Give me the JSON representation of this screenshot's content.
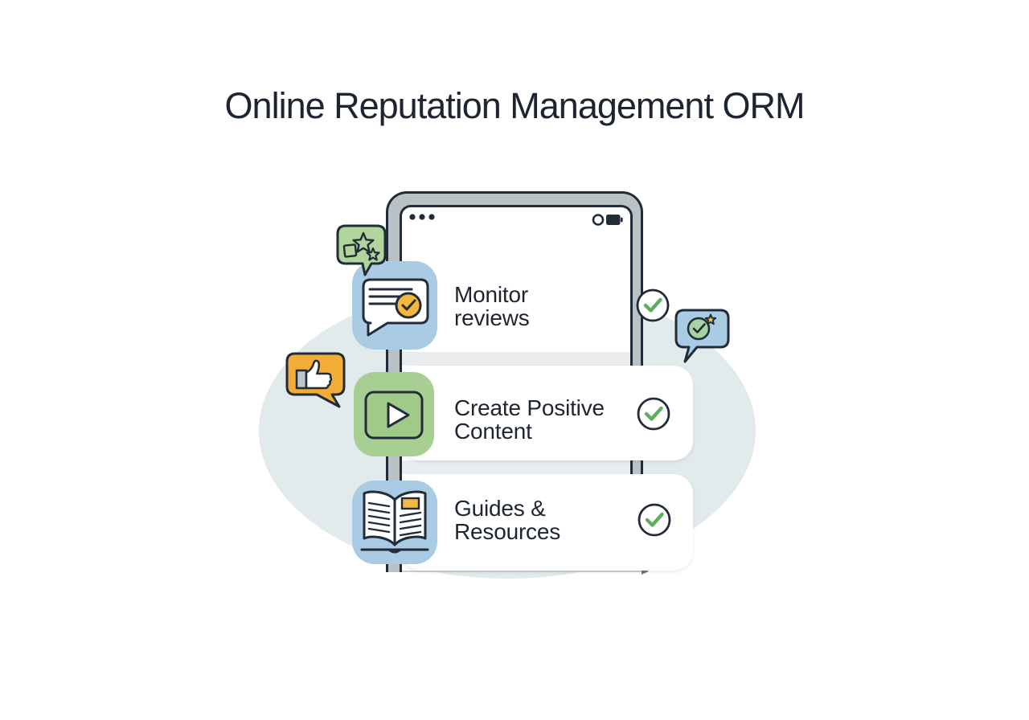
{
  "title": "Online Reputation Management ORM",
  "phone": {
    "status_left_icon": "menu-dots-icon",
    "status_right_icons": [
      "record-circle-icon",
      "battery-icon"
    ]
  },
  "checklist": [
    {
      "label": "Monitor\nreviews",
      "icon": "review-chat-icon",
      "checked": true
    },
    {
      "label": "Create Positive\nContent",
      "icon": "video-play-icon",
      "checked": true
    },
    {
      "label": "Guides &\nResources",
      "icon": "open-book-icon",
      "checked": true
    }
  ],
  "floating_icons": [
    {
      "name": "stars-review-bubble-icon"
    },
    {
      "name": "thumbs-up-bubble-icon"
    },
    {
      "name": "verified-review-bubble-icon"
    }
  ],
  "colors": {
    "accent-blue": "#a9cbe3",
    "accent-green": "#a8cf93",
    "accent-green-deep": "#9fca88",
    "bubble-green": "#b0d69d",
    "accent-orange": "#f2ad39",
    "badge-orange": "#f4b83e",
    "check-green": "#5fae5f",
    "outline-dark": "#222c38",
    "text-dark": "#1d2531",
    "frame-gray": "#b9c1c4",
    "blob-teal": "#e1ebec"
  }
}
